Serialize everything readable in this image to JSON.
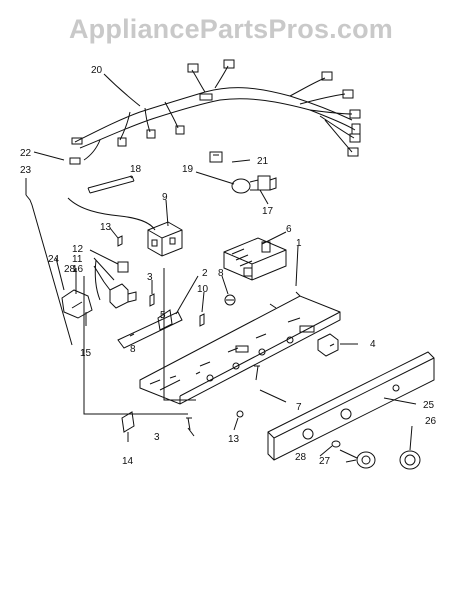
{
  "watermark": "AppliancePartsPros.com",
  "part_labels": {
    "p1": "1",
    "p2": "2",
    "p3a": "3",
    "p3b": "3",
    "p4": "4",
    "p5": "5",
    "p6": "6",
    "p7": "7",
    "p8a": "8",
    "p8b": "8",
    "p9": "9",
    "p10": "10",
    "p11": "11",
    "p12": "12",
    "p13a": "13",
    "p13b": "13",
    "p14": "14",
    "p15": "15",
    "p16": "16",
    "p17": "17",
    "p18": "18",
    "p19": "19",
    "p20": "20",
    "p21": "21",
    "p22": "22",
    "p23": "23",
    "p24": "24",
    "p25": "25",
    "p26": "26",
    "p27": "27",
    "p28a": "28",
    "p28b": "28"
  },
  "colors": {
    "line": "#111111",
    "watermark": "#c9c9c9",
    "background": "#ffffff"
  }
}
